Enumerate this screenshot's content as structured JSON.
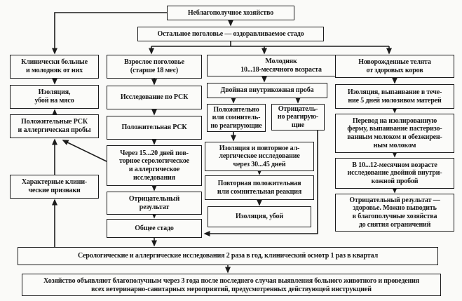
{
  "colors": {
    "ink": "#1c1c1c",
    "paper": "#fafaf8"
  },
  "nodes": {
    "unfavorable_farm": "Неблагополучное хозяйство",
    "rest_stock": "Остальное поголовье — оздоравливаемое стадо",
    "clinically_sick": "Клинически больные\nи молодняк от них",
    "isolation_meat": "Изоляция,\nубой на мясо",
    "positive_tests": "Положительные РСК\nи аллергическая пробы",
    "clinical_signs": "Характерные клини-\nческие признаки",
    "adult_stock": "Взрослое поголовье\n(старше 18 мес)",
    "rsk_study": "Исследование по РСК",
    "positive_rsk": "Положительная РСК",
    "repeat_study": "Через 15...20 дней пов-\nторное серологическое\nи аллергическое\nисследования",
    "negative_result": "Отрицательный\nрезультат",
    "common_herd": "Общее стадо",
    "young_stock": "Молодняк\n10...18-месячного возраста",
    "double_skin_test": "Двойная внутрикожная проба",
    "positive_doubtful": "Положительно\nили сомнитель-\nно реагирующие",
    "negative_reacting": "Отрицатель-\nно реагирую-\nщие",
    "isolation_repeat_allergy": "Изоляция и повторное ал-\nлергическое исследование\nчерез 30...45 дней",
    "repeat_positive_reaction": "Повторная положительная\nили сомнительная реакция",
    "isolation_slaughter": "Изоляция, убой",
    "newborn_calves": "Новорожденные телята\nот здоровых коров",
    "colostrum_feeding": "Изоляция, выпаивание в тече-\nние 5 дней молозивом матерей",
    "isolated_farm_transfer": "Перевод на изолированную\nферму, выпаивание пастеризо-\nванным молоком и обезжирен-\nным молоком",
    "skin_test_10_12": "В 10...12-месячном возрасте\nисследование двойной внутри-\nкожной пробой",
    "negative_healthy": "Отрицательный результат —\nздоровье. Можно выводить\nв благополучные хозяйства\nдо снятия ограничений"
  },
  "bars": {
    "monitoring": "Серологические и аллергические исследования 2 раза в год, клинический осмотр 1 раз в квартал",
    "final_bold": "Хозяйство объявляют благополучным",
    "final_rest": "через 3 года после последнего случая выявления больного животного и проведения\nвсех ветеринарно-санитарных мероприятий, предусмотренных действующей инструкцией"
  }
}
